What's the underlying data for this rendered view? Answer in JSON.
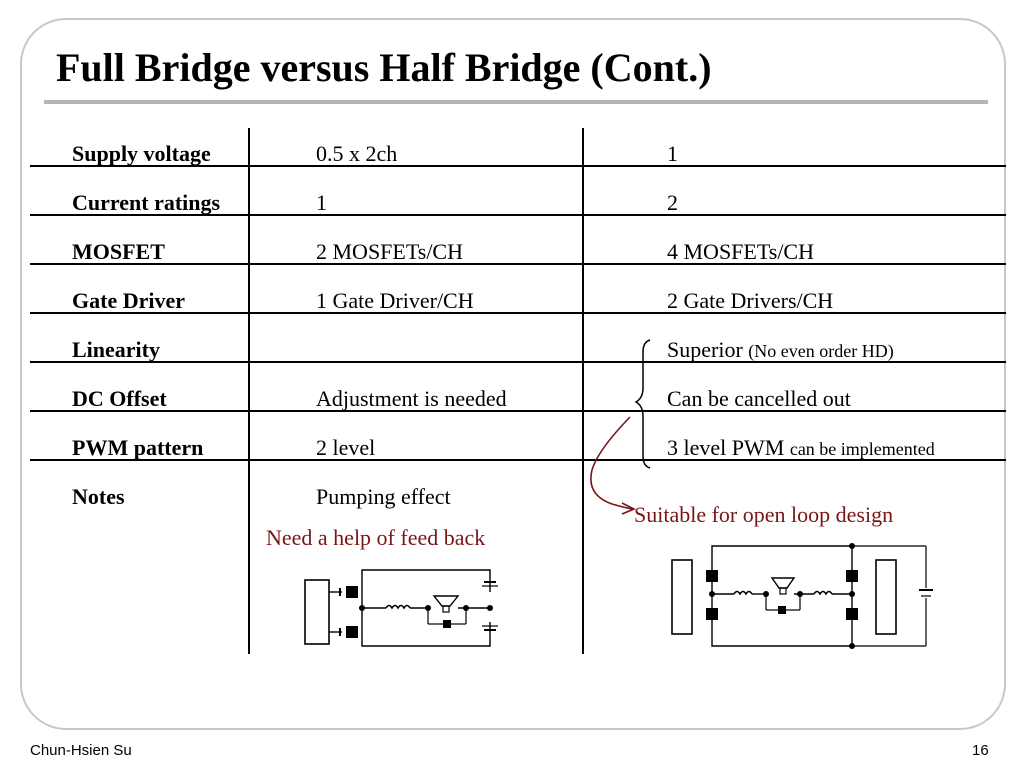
{
  "slide": {
    "title": "Full Bridge versus Half Bridge (Cont.)",
    "author": "Chun-Hsien Su",
    "page_number": "16"
  },
  "table": {
    "rows": [
      {
        "label": "Supply voltage",
        "half": "0.5 x 2ch",
        "full": "1"
      },
      {
        "label": "Current ratings",
        "half": "1",
        "full": "2"
      },
      {
        "label": "MOSFET",
        "half": "2 MOSFETs/CH",
        "full": "4 MOSFETs/CH"
      },
      {
        "label": "Gate Driver",
        "half": "1 Gate Driver/CH",
        "full": "2 Gate Drivers/CH"
      },
      {
        "label": "Linearity",
        "half": "",
        "full": "Superior",
        "full_note": "(No even order HD)"
      },
      {
        "label": "DC Offset",
        "half": "Adjustment is needed",
        "full": "Can be cancelled out"
      },
      {
        "label": "PWM pattern",
        "half": "2 level",
        "full": "3 level PWM",
        "full_note": "can be implemented"
      },
      {
        "label": "Notes",
        "half": "Pumping effect",
        "full": ""
      }
    ]
  },
  "annotations": {
    "half_note": "Need a help of feed back",
    "full_note": "Suitable for open loop design"
  },
  "colors": {
    "annotation": "#7a1515",
    "frame": "#c8c8c8",
    "title_rule": "#b4b4b4"
  }
}
